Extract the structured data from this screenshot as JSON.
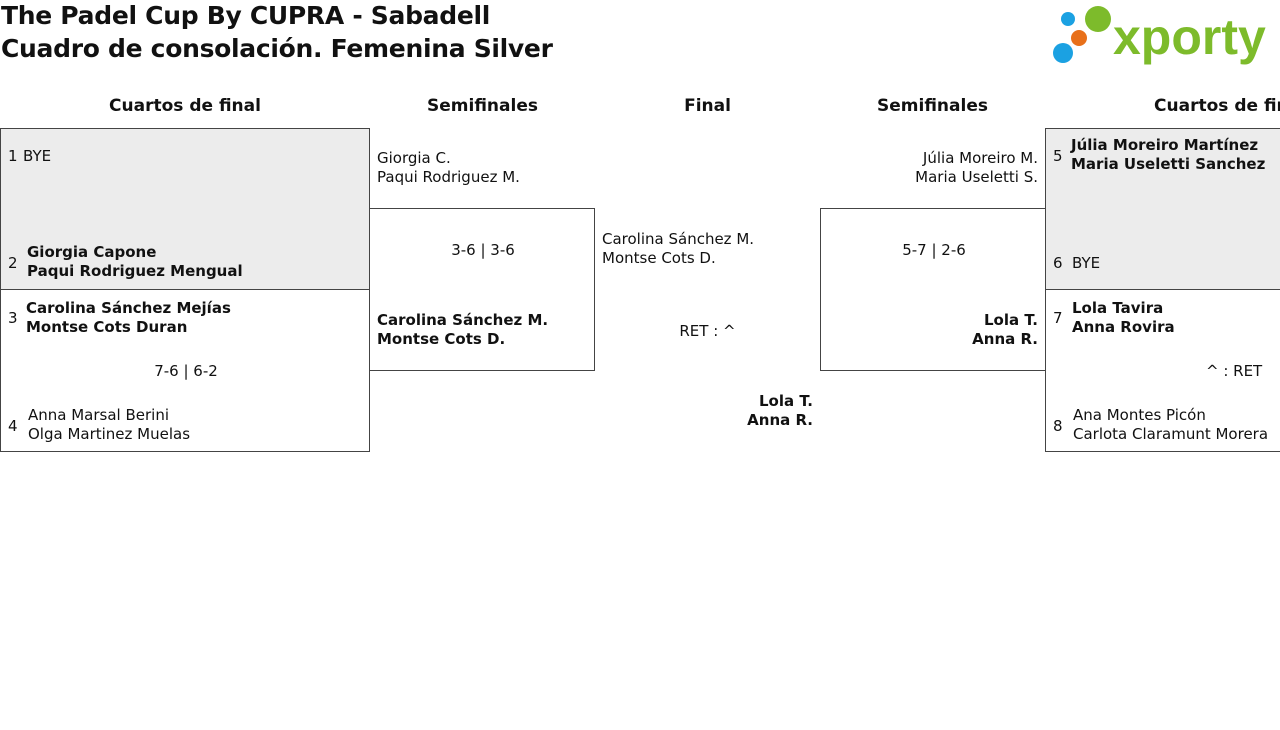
{
  "header": {
    "title_line1": "The Padel Cup By CUPRA - Sabadell",
    "title_line2": "Cuadro de consolación. Femenina Silver",
    "logo_text": "xporty",
    "logo_colors": {
      "text": "#7dbb2b",
      "dot_green": "#7dbb2b",
      "dot_blue": "#1ba1e2",
      "dot_orange": "#e8701a"
    }
  },
  "rounds": {
    "left_qf": "Cuartos de final",
    "left_sf": "Semifinales",
    "final": "Final",
    "right_sf": "Semifinales",
    "right_qf": "Cuartos de final"
  },
  "left_qf": {
    "m1": {
      "seed1": "1",
      "team1": [
        "BYE"
      ],
      "seed2": "2",
      "team2": [
        "Giorgia Capone",
        "Paqui Rodriguez Mengual"
      ]
    },
    "m2": {
      "seed1": "3",
      "team1": [
        "Carolina Sánchez Mejías",
        "Montse Cots Duran"
      ],
      "score": "7-6 | 6-2",
      "seed2": "4",
      "team2": [
        "Anna Marsal Berini",
        "Olga Martinez Muelas"
      ]
    }
  },
  "left_sf": {
    "team1": [
      "Giorgia C.",
      "Paqui Rodriguez M."
    ],
    "score": "3-6 | 3-6",
    "team2": [
      "Carolina Sánchez M.",
      "Montse Cots D."
    ]
  },
  "final": {
    "team1": [
      "Carolina Sánchez M.",
      "Montse Cots D."
    ],
    "score": "RET : ^",
    "team2": [
      "Lola T.",
      "Anna R."
    ]
  },
  "right_sf": {
    "team1": [
      "Júlia Moreiro M.",
      "Maria Useletti S."
    ],
    "score": "5-7 | 2-6",
    "team2": [
      "Lola T.",
      "Anna R."
    ]
  },
  "right_qf": {
    "m1": {
      "seed1": "5",
      "team1": [
        "Júlia Moreiro Martínez",
        "Maria Useletti Sanchez"
      ],
      "seed2": "6",
      "team2": [
        "BYE"
      ]
    },
    "m2": {
      "seed1": "7",
      "team1": [
        "Lola Tavira",
        "Anna Rovira"
      ],
      "score": "^ : RET",
      "seed2": "8",
      "team2": [
        "Ana Montes Picón",
        "Carlota Claramunt Morera"
      ]
    }
  }
}
